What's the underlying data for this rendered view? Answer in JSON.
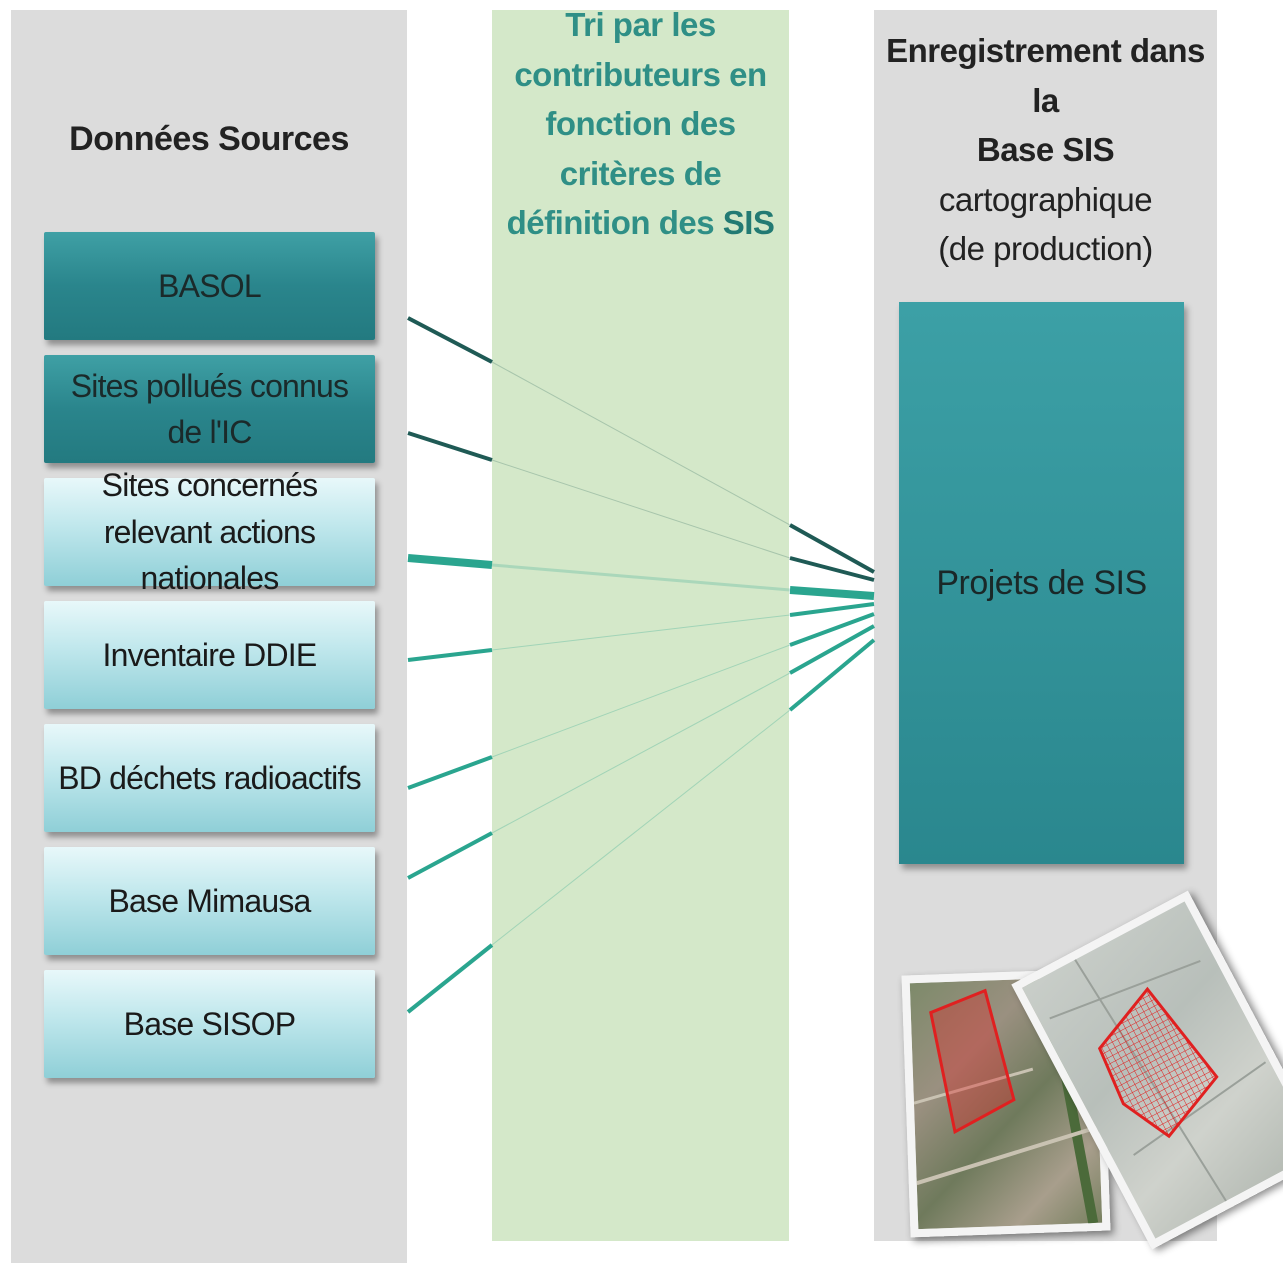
{
  "columns": {
    "sources": {
      "title": "Données Sources"
    },
    "sorting": {
      "title_line1": "Tri par les",
      "title_line2": "contributeurs en",
      "title_line3": "fonction des",
      "title_line4": "critères de",
      "title_line5_pre": "définition des ",
      "title_line5_bold": "SIS"
    },
    "registration": {
      "title_line1_bold": "E",
      "title_line1_rest": "nregistrement dans la",
      "title_line2": "Base SIS",
      "title_line3": "cartographique",
      "title_line4": "(de production)"
    }
  },
  "sources": [
    {
      "label": "BASOL",
      "style": "dark"
    },
    {
      "label": "Sites pollués connus de l'IC",
      "style": "dark"
    },
    {
      "label": "Sites concernés relevant actions nationales",
      "style": "light"
    },
    {
      "label": "Inventaire DDIE",
      "style": "light"
    },
    {
      "label": "BD déchets radioactifs",
      "style": "light"
    },
    {
      "label": "Base Mimausa",
      "style": "light"
    },
    {
      "label": "Base SISOP",
      "style": "light"
    }
  ],
  "target": {
    "label": "Projets de SIS"
  },
  "colors": {
    "dark_line": "#1f5a55",
    "teal_line": "#2aa58f",
    "box_dark": "#2a858c",
    "box_light": "#bfe7ec",
    "map_red": "#e02020"
  }
}
